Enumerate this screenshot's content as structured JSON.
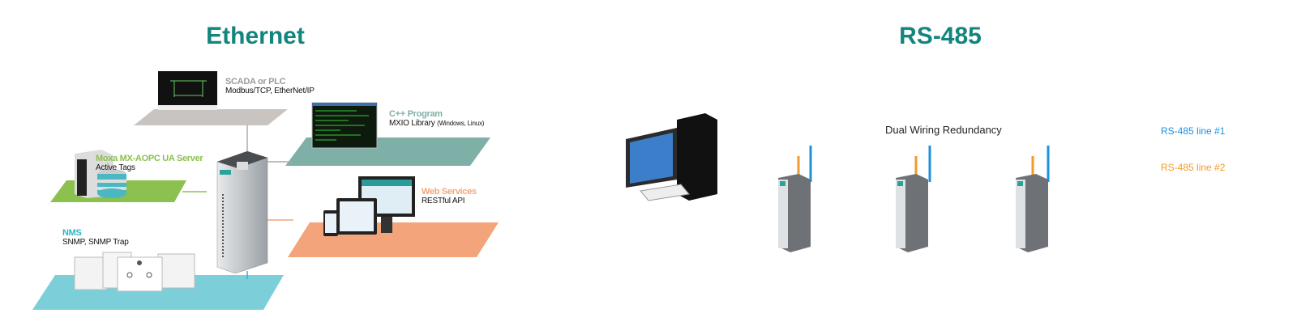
{
  "ethernet": {
    "title": "Ethernet",
    "nodes": [
      {
        "title": "SCADA or PLC",
        "subtitle": "Modbus/TCP, EtherNet/IP",
        "color": "#9a9a9a"
      },
      {
        "title": "C++ Program",
        "subtitle": "MXIO Library",
        "subtitle_note": "(Windows, Linux)",
        "color": "#7fb0a8"
      },
      {
        "title": "Moxa MX-AOPC UA Server",
        "subtitle": "Active Tags",
        "color": "#8cc04f"
      },
      {
        "title": "Web Services",
        "subtitle": "RESTful API",
        "color": "#f4a47a"
      },
      {
        "title": "NMS",
        "subtitle": "SNMP, SNMP Trap",
        "color": "#2cb5c8"
      }
    ]
  },
  "rs485": {
    "title": "RS-485",
    "redundancy_label": "Dual Wiring Redundancy",
    "line1": {
      "label": "RS-485 line #1",
      "color": "#1e90e0"
    },
    "line2": {
      "label": "RS-485 line #2",
      "color": "#f39a2b"
    }
  },
  "colors": {
    "title": "#12857c"
  }
}
